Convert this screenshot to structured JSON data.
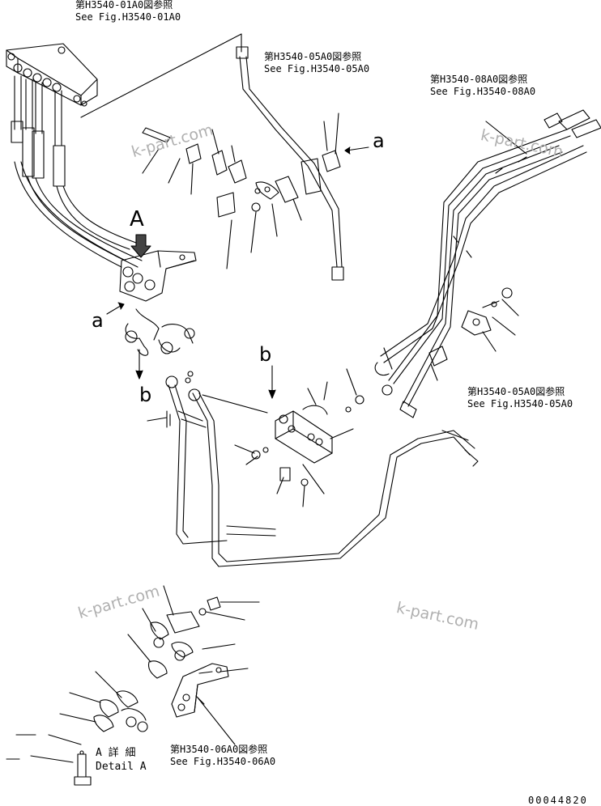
{
  "references": [
    {
      "jp": "第H3540-01A0図参照",
      "en": "See Fig.H3540-01A0"
    },
    {
      "jp": "第H3540-05A0図参照",
      "en": "See Fig.H3540-05A0"
    },
    {
      "jp": "第H3540-08A0図参照",
      "en": "See Fig.H3540-08A0"
    },
    {
      "jp": "第H3540-05A0図参照",
      "en": "See Fig.H3540-05A0"
    },
    {
      "jp": "第H3540-06A0図参照",
      "en": "See Fig.H3540-06A0"
    }
  ],
  "view_labels": {
    "A": "A",
    "a_top": "a",
    "a_left": "a",
    "b_left": "b",
    "b_mid": "b"
  },
  "detail": {
    "jp": "A 詳 細",
    "en": "Detail A"
  },
  "watermarks": [
    "k-part.com",
    "k-part.com",
    "k-part.com",
    "k-part.com"
  ],
  "figure_number": "00044820"
}
